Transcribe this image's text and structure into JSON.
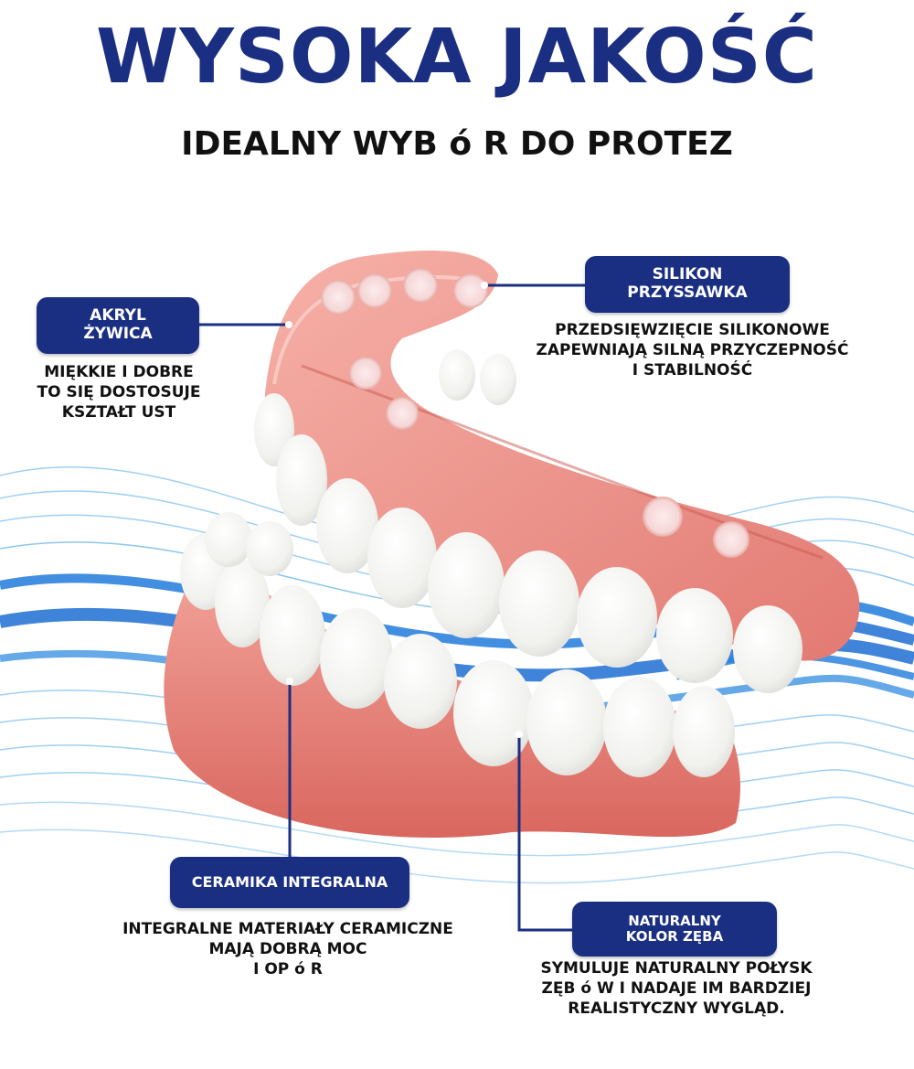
{
  "header": {
    "title": "WYSOKA JAKOŚĆ",
    "subtitle": "IDEALNY WYB ó R DO PROTEZ"
  },
  "callouts": {
    "acrylic": {
      "label_lines": [
        "AKRYL",
        "ŻYWICA"
      ],
      "desc_lines": [
        "MIĘKKIE I DOBRE",
        "TO SIĘ DOSTOSUJE",
        "KSZTAŁT UST"
      ]
    },
    "silicone": {
      "label_lines": [
        "SILIKON",
        "PRZYSSAWKA"
      ],
      "desc_lines": [
        "PRZEDSIĘWZIĘCIE SILIKONOWE",
        "ZAPEWNIAJĄ SILNĄ PRZYCZEPNOŚĆ",
        "I STABILNOŚĆ"
      ]
    },
    "ceramic": {
      "label_lines": [
        "CERAMIKA INTEGRALNA"
      ],
      "desc_lines": [
        "INTEGRALNE MATERIAŁY CERAMICZNE",
        "MAJĄ DOBRĄ MOC",
        "I OP ó R"
      ]
    },
    "natural": {
      "label_lines": [
        "NATURALNY",
        "KOLOR ZĘBA"
      ],
      "desc_lines": [
        "SYMULUJE NATURALNY POŁYSK",
        "ZĘB ó W I NADAJE IM BARDZIEJ",
        "REALISTYCZNY WYGLĄD."
      ]
    }
  },
  "colors": {
    "brand_navy": "#1b2f82",
    "gum_pink": "#e4827a",
    "tooth_white": "#f6f6f3",
    "wave_blue": "#1e73d8"
  }
}
